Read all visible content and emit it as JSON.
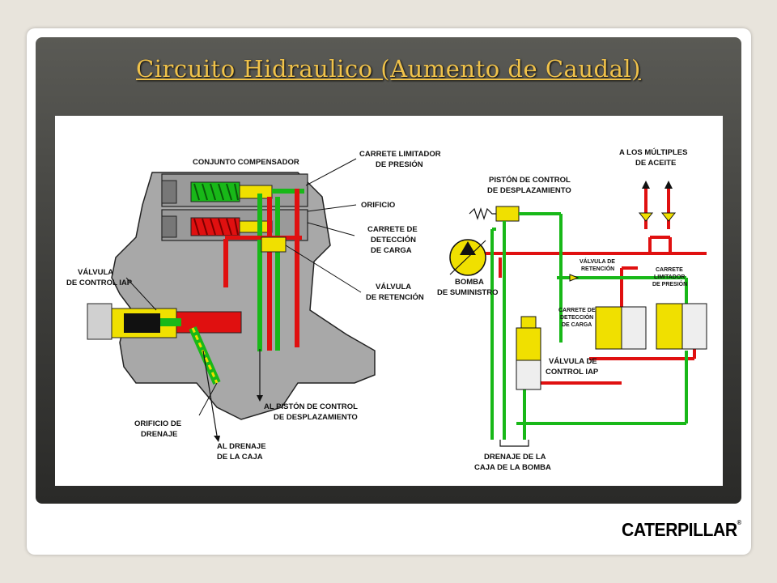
{
  "slide": {
    "title": "Circuito Hidraulico (Aumento de Caudal)"
  },
  "diagram": {
    "left_labels": {
      "compensator": "CONJUNTO COMPENSADOR",
      "pressure_limit_1": "CARRETE LIMITADOR",
      "pressure_limit_2": "DE PRESIÓN",
      "orifice": "ORIFICIO",
      "load_detect_1": "CARRETE DE",
      "load_detect_2": "DETECCIÓN",
      "load_detect_3": "DE CARGA",
      "check_valve_1": "VÁLVULA",
      "check_valve_2": "DE RETENCIÓN",
      "iap_valve_1": "VÁLVULA",
      "iap_valve_2": "DE CONTROL IAP",
      "drain_orifice_1": "ORIFICIO DE",
      "drain_orifice_2": "DRENAJE",
      "case_drain_1": "AL DRENAJE",
      "case_drain_2": "DE LA CAJA",
      "piston_1": "AL PISTÓN DE CONTROL",
      "piston_2": "DE DESPLAZAMIENTO"
    },
    "right_labels": {
      "piston_1": "PISTÓN DE CONTROL",
      "piston_2": "DE DESPLAZAMIENTO",
      "manifolds_1": "A LOS MÚLTIPLES",
      "manifolds_2": "DE ACEITE",
      "pump_1": "BOMBA",
      "pump_2": "DE SUMINISTRO",
      "check_1": "VÁLVULA DE",
      "check_2": "RETENCIÓN",
      "limit_1": "CARRETE",
      "limit_2": "LIMITADOR",
      "limit_3": "DE PRESIÓN",
      "detect_1": "CARRETE DE",
      "detect_2": "DETECCIÓN",
      "detect_3": "DE CARGA",
      "iap_1": "VÁLVULA DE",
      "iap_2": "CONTROL IAP",
      "drain_1": "DRENAJE DE LA",
      "drain_2": "CAJA DE LA BOMBA"
    },
    "colors": {
      "pressure": "#e01010",
      "drain": "#12b012",
      "signal": "#f0e000",
      "body": "#a8a8a8"
    }
  },
  "brand": {
    "logo_text": "CATERPILLAR",
    "logo_mark": "®"
  }
}
